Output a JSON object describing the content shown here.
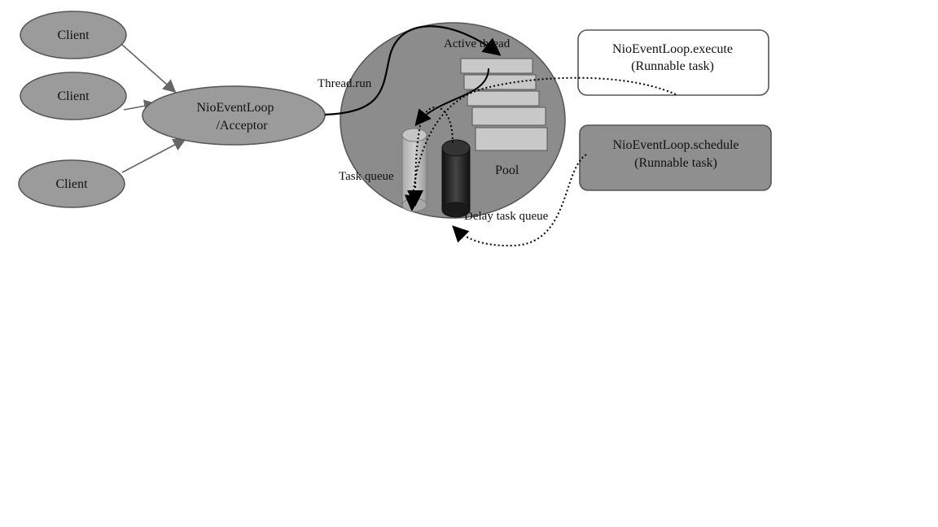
{
  "diagram": {
    "clients": [
      "Client",
      "Client",
      "Client"
    ],
    "acceptor": {
      "line1": "NioEventLoop",
      "line2": "/Acceptor"
    },
    "thread_run_label": "Thread.run",
    "active_thread_label": "Active thread",
    "pool_label": "Pool",
    "task_queue_label": "Task queue",
    "delay_queue_label": "Delay task queue",
    "execute_box": {
      "line1": "NioEventLoop.execute",
      "line2": "(Runnable task)"
    },
    "schedule_box": {
      "line1": "NioEventLoop.schedule",
      "line2": "(Runnable task)"
    }
  },
  "colors": {
    "ellipse_fill": "#9b9b9b",
    "big_circle_fill": "#8c8c8c",
    "pool_bar_fill": "#c8c8c8",
    "schedule_box_fill": "#8f8f8f",
    "cylinder_dark": "#2a2a2a"
  }
}
